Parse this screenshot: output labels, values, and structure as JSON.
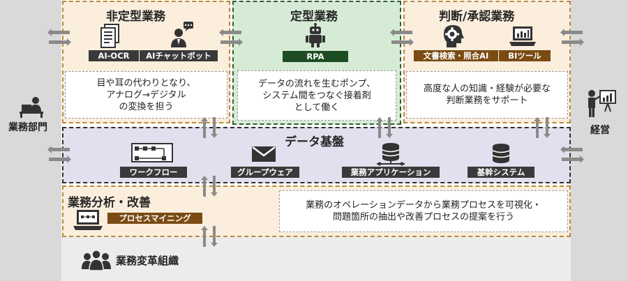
{
  "left_actor": {
    "label": "業務部門"
  },
  "right_actor": {
    "label": "経営"
  },
  "bottom_org": {
    "label": "業務変革組織"
  },
  "non_routine": {
    "title": "非定型業務",
    "tags": [
      "AI-OCR",
      "AIチャットボット"
    ],
    "description": [
      "目や耳の代わりとなり、",
      "アナログ→デジタル",
      "の変換を担う"
    ]
  },
  "routine": {
    "title": "定型業務",
    "tags": [
      "RPA"
    ],
    "description": [
      "データの流れを生むポンプ、",
      "システム間をつなぐ接着剤",
      "として働く"
    ]
  },
  "judgment": {
    "title": "判断/承認業務",
    "tags": [
      "文書検索・照合AI",
      "BIツール"
    ],
    "description": [
      "高度な人の知識・経験が必要な",
      "判断業務をサポート"
    ]
  },
  "data_platform": {
    "title": "データ基盤",
    "tags": [
      "ワークフロー",
      "グループウェア",
      "業務アプリケーション",
      "基幹システム"
    ]
  },
  "analysis": {
    "title": "業務分析・改善",
    "tags": [
      "プロセスマイニング"
    ],
    "description": [
      "業務のオペレーションデータから業務プロセスを可視化・",
      "問題箇所の抽出や改善プロセスの提案を行う"
    ]
  },
  "icons": [
    "document-icon",
    "chatbot-person-icon",
    "robot-icon",
    "gear-head-icon",
    "laptop-chart-icon",
    "workflow-icon",
    "mail-icon",
    "database-network-icon",
    "database-icon",
    "laptop-process-icon",
    "desk-person-icon",
    "presenter-icon",
    "people-group-icon"
  ],
  "colors": {
    "orange_dash": "#b78a3c",
    "green_dash": "#2e5e33",
    "purple_fill": "#e4dfee",
    "gray": "#d9d9d9"
  }
}
